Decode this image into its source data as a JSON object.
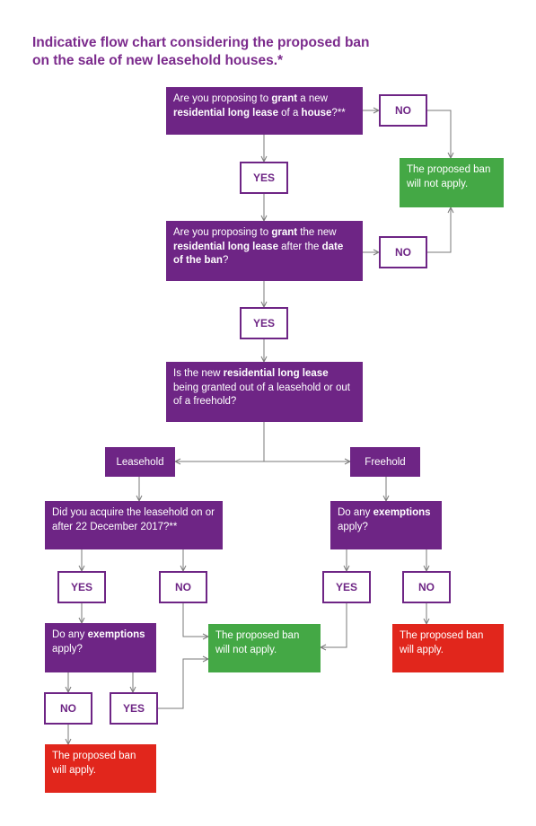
{
  "title": "Indicative flow chart considering the proposed ban on the sale of new leasehold houses.*",
  "q1": {
    "t1": "Are you proposing to ",
    "b1": "grant",
    "t2": " a new ",
    "b2": "residential long lease",
    "t3": " of a ",
    "b3": "house",
    "t4": "?**"
  },
  "q2": {
    "t1": "Are you proposing to ",
    "b1": "grant",
    "t2": " the new ",
    "b2": "residential long lease",
    "t3": " after the ",
    "b3": "date of the ban",
    "t4": "?"
  },
  "q3": {
    "t1": "Is the new ",
    "b1": "residential long lease",
    "t2": " being granted out of a leasehold or out of a freehold?"
  },
  "q4": {
    "text": "Did you acquire the leasehold on or  after 22 December 2017?**"
  },
  "q5": {
    "t1": "Do any ",
    "b1": "exemptions",
    "t2": " apply?"
  },
  "q6": {
    "t1": "Do any ",
    "b1": "exemptions",
    "t2": " apply?"
  },
  "labels": {
    "leasehold": "Leasehold",
    "freehold": "Freehold"
  },
  "answers": {
    "yes": "YES",
    "no": "NO"
  },
  "outcomes": {
    "not_apply_top": "The proposed ban will not apply.",
    "not_apply_mid": "The proposed ban will not apply.",
    "apply_right": "The proposed ban will apply.",
    "apply_bottom": "The proposed ban will apply."
  },
  "colors": {
    "purple": "#6e2585",
    "green": "#44a845",
    "red": "#e1261c",
    "title": "#7b2a8c",
    "arrow": "#7a7a7a"
  }
}
